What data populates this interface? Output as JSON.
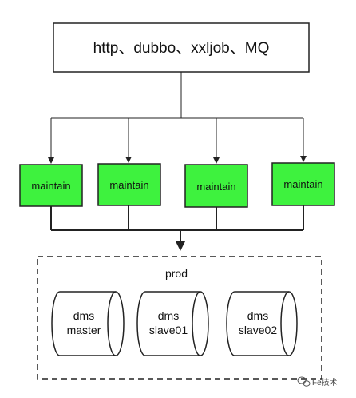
{
  "sources": {
    "label": "http、dubbo、xxljob、MQ"
  },
  "maintain_nodes": [
    {
      "label": "maintain"
    },
    {
      "label": "maintain"
    },
    {
      "label": "maintain"
    },
    {
      "label": "maintain"
    }
  ],
  "prod": {
    "label": "prod",
    "databases": [
      {
        "line1": "dms",
        "line2": "master"
      },
      {
        "line1": "dms",
        "line2": "slave01"
      },
      {
        "line1": "dms",
        "line2": "slave02"
      }
    ]
  },
  "watermark": {
    "text": "Fe技术"
  },
  "colors": {
    "maintain_fill": "#3ef23e",
    "stroke": "#222222",
    "background": "#ffffff"
  }
}
